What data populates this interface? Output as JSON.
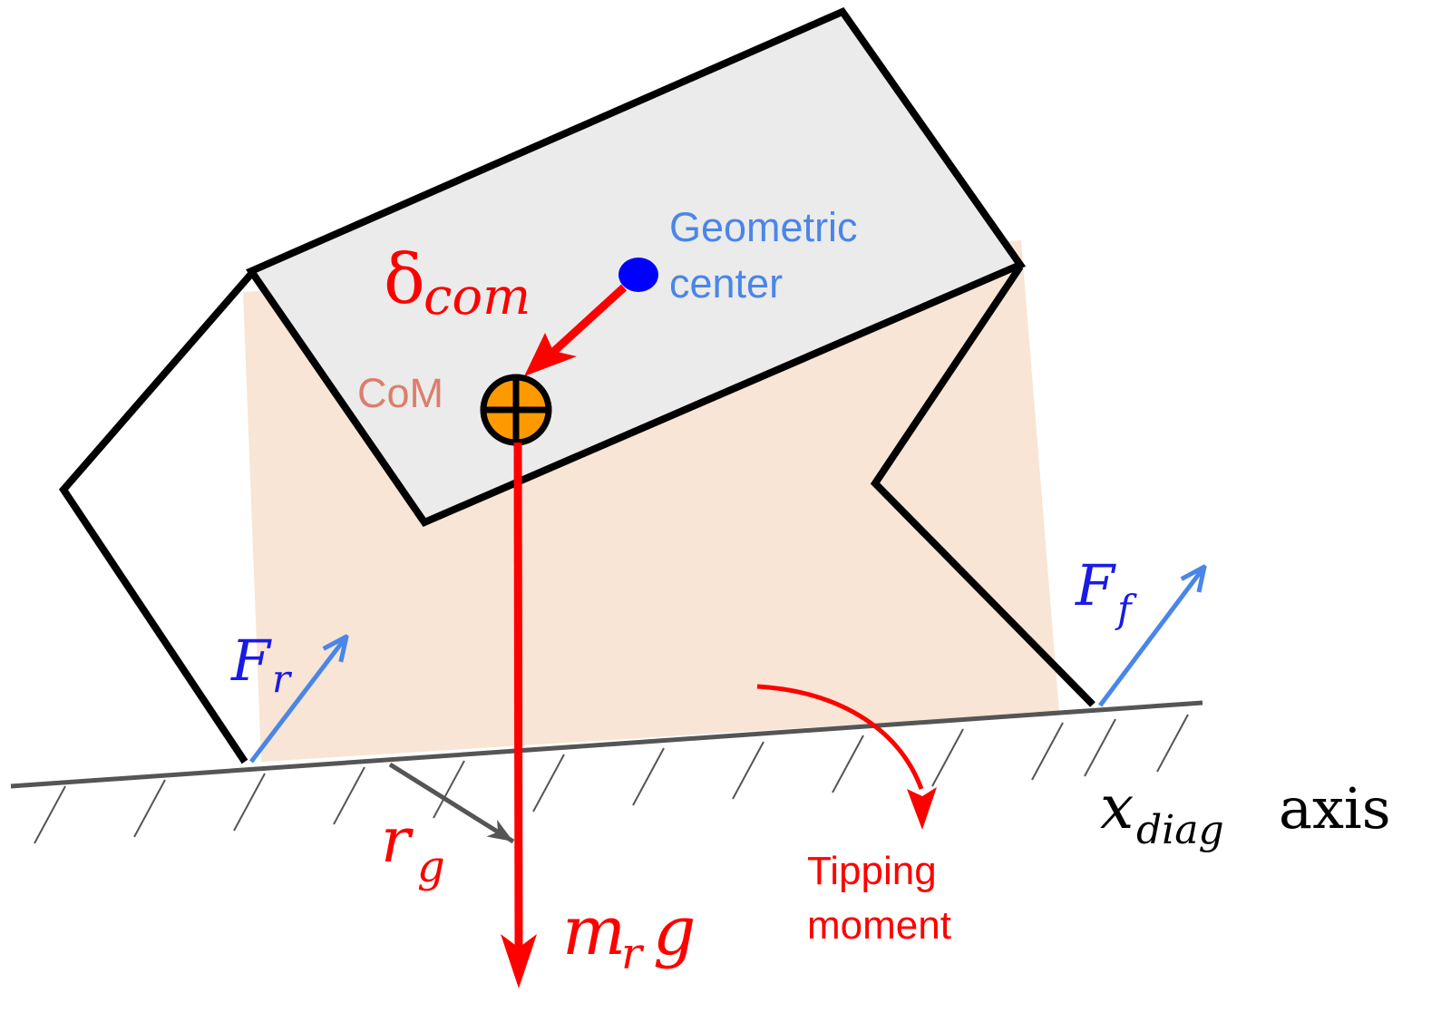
{
  "labels": {
    "geometric_center_line1": "Geometric",
    "geometric_center_line2": "center",
    "com": "CoM",
    "delta_symbol": "δ",
    "delta_sub": "com",
    "fr_main": "F",
    "fr_sub": "r",
    "ff_main": "F",
    "ff_sub": "f",
    "rg_main": "r",
    "rg_sub": "g",
    "mg_m": "m",
    "mg_sub": "r",
    "mg_g": "g",
    "tipping_line1": "Tipping",
    "tipping_line2": "moment",
    "axis_var": "x",
    "axis_sub": "diag",
    "axis_word": "axis"
  },
  "colors": {
    "outline": "#000000",
    "body_fill": "#ebebeb",
    "support_region": "#f8e5d5",
    "force_blue": "#4a86e8",
    "label_blue": "#1a1ae6",
    "geo_label_blue": "#4a86e8",
    "red": "#ff0000",
    "com_label": "#dd7e6b",
    "com_fill": "#ff9900",
    "ground": "#555555"
  }
}
